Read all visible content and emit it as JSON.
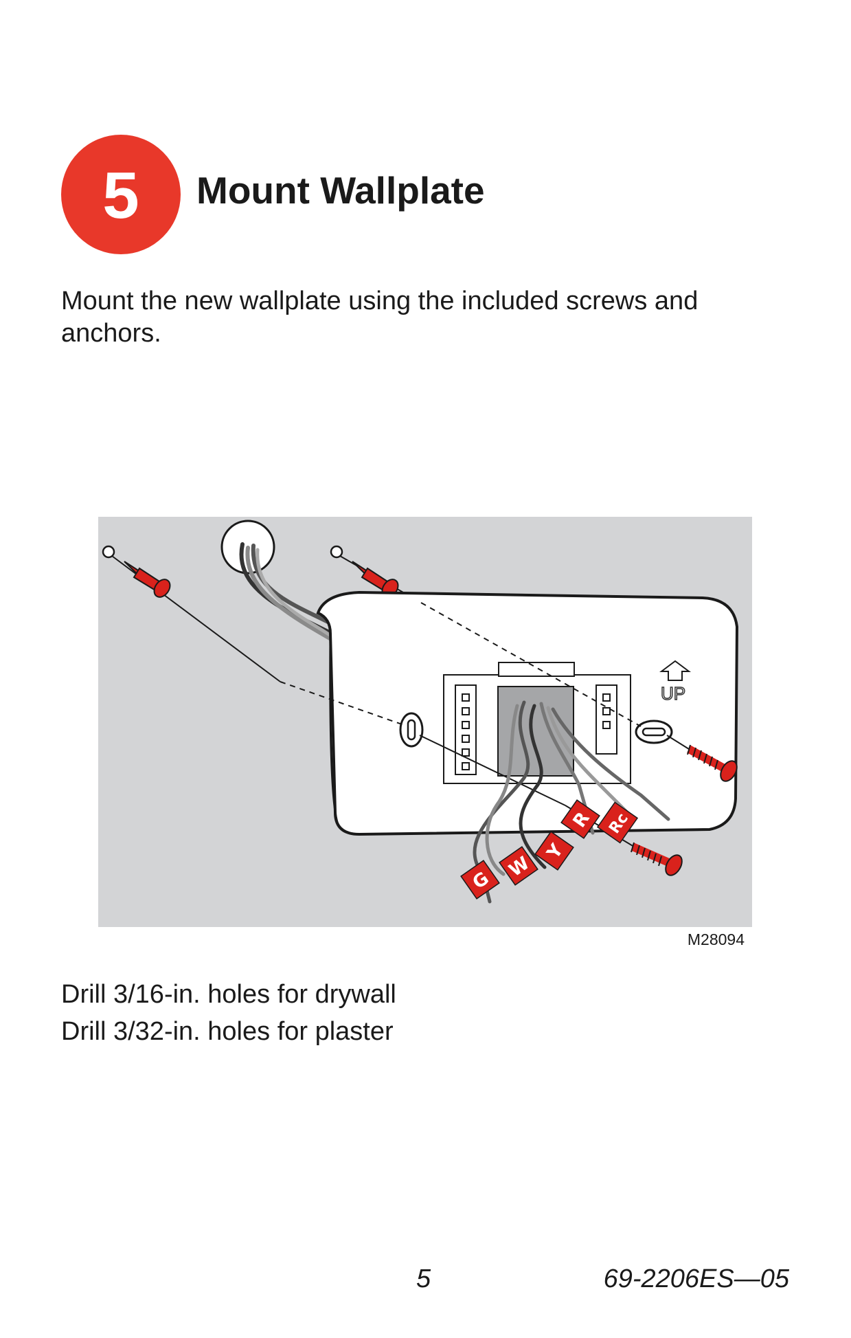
{
  "step": {
    "number": "5",
    "title": "Mount Wallplate",
    "color": "#e8382a"
  },
  "intro_text": "Mount the new wallplate using the included screws and anchors.",
  "figure": {
    "code": "M28094",
    "up_label": "UP",
    "wire_tags": [
      "G",
      "W",
      "Y",
      "R",
      "Rc"
    ],
    "tag_color": "#d9221c",
    "background_color": "#d3d4d6"
  },
  "notes": [
    "Drill 3/16-in. holes for drywall",
    "Drill 3/32-in. holes for plaster"
  ],
  "footer": {
    "page_number": "5",
    "doc_number": "69-2206ES—05"
  }
}
